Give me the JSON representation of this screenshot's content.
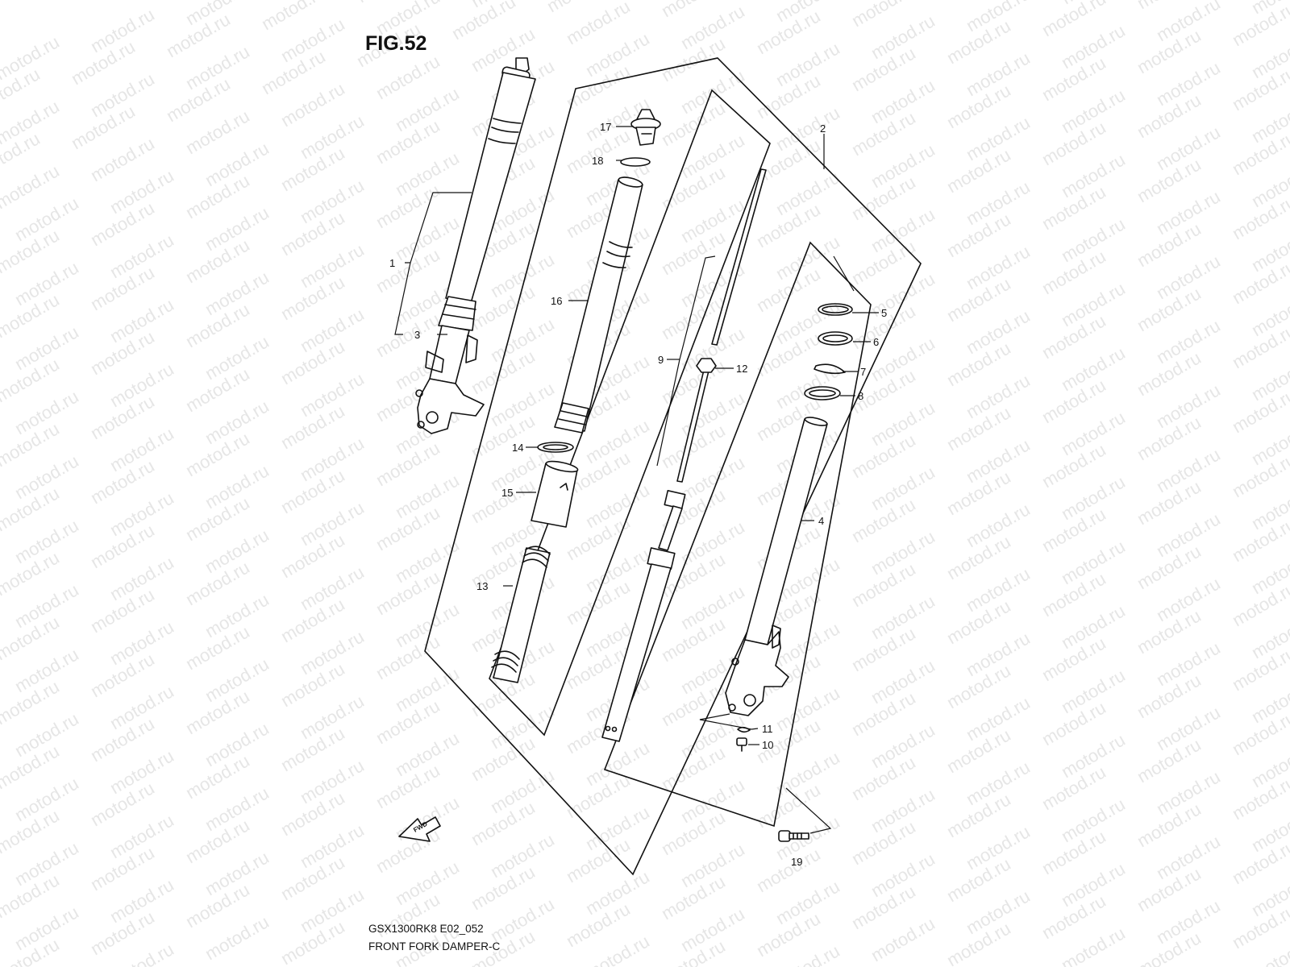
{
  "figure": {
    "title": "FIG.52",
    "ref_code": "GSX1300RK8 E02_052",
    "ref_name": "FRONT FORK DAMPER-C",
    "watermark": "motod.ru",
    "fwd_label": "FWD"
  },
  "callouts": [
    {
      "id": "1",
      "label": "1"
    },
    {
      "id": "2",
      "label": "2"
    },
    {
      "id": "3",
      "label": "3"
    },
    {
      "id": "4",
      "label": "4"
    },
    {
      "id": "5",
      "label": "5"
    },
    {
      "id": "6",
      "label": "6"
    },
    {
      "id": "7",
      "label": "7"
    },
    {
      "id": "8",
      "label": "8"
    },
    {
      "id": "9",
      "label": "9"
    },
    {
      "id": "10",
      "label": "10"
    },
    {
      "id": "11",
      "label": "11"
    },
    {
      "id": "12",
      "label": "12"
    },
    {
      "id": "13",
      "label": "13"
    },
    {
      "id": "14",
      "label": "14"
    },
    {
      "id": "15",
      "label": "15"
    },
    {
      "id": "16",
      "label": "16"
    },
    {
      "id": "17",
      "label": "17"
    },
    {
      "id": "18",
      "label": "18"
    },
    {
      "id": "19",
      "label": "19"
    }
  ],
  "colors": {
    "ink": "#111111",
    "watermark": "#e6e6e6",
    "background": "#ffffff"
  }
}
